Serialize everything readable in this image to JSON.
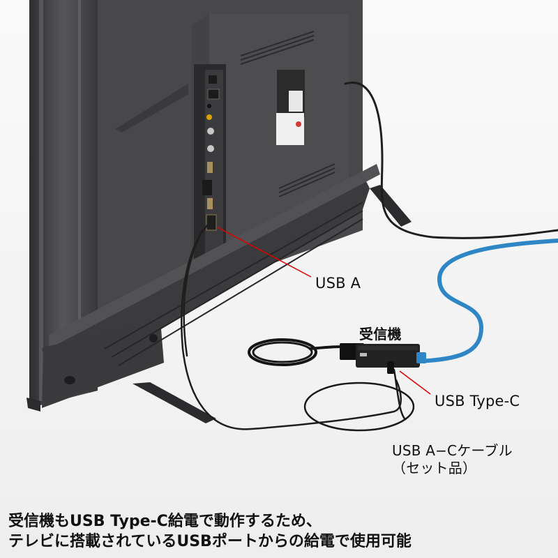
{
  "photo": {
    "subject": "TV rear view with HDMI-over-LAN receiver powered via TV USB port",
    "colors": {
      "background": "#f4f4f4",
      "tv_body": "#3e3e40",
      "tv_panel": "#4a4a4c",
      "cable_black": "#1e1e1e",
      "lan_cable": "#2f86c6",
      "callout_line": "#e00000",
      "port_accent": "#d9a400"
    }
  },
  "callouts": {
    "usb_a": "USB A",
    "receiver": "受信機",
    "usb_type_c": "USB Type-C",
    "cable_line1": "USB A−Cケーブル",
    "cable_line2": "（セット品）"
  },
  "caption": {
    "line1": "受信機もUSB Type-C給電で動作するため、",
    "line2": "テレビに搭載されているUSBポートからの給電で使用可能"
  }
}
